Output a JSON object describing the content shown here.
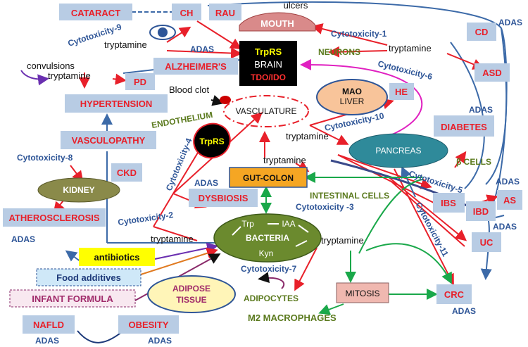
{
  "nodes": {
    "cataract": "CATARACT",
    "ch": "CH",
    "rau": "RAU",
    "mouth": "MOUTH",
    "ulcers": "ulcers",
    "cd": "CD",
    "asd": "ASD",
    "alzheimers": "ALZHEIMER'S",
    "pd": "PD",
    "convulsions": "convulsions",
    "hypertension": "HYPERTENSION",
    "vasculopathy": "VASCULOPATHY",
    "ckd": "CKD",
    "kidney": "KIDNEY",
    "atherosclerosis": "ATHEROSCLEROSIS",
    "brain_trprs": "TrpRS",
    "brain": "BRAIN",
    "brain_tdo": "TDO/IDO",
    "neurons": "NEURONS",
    "mao": "MAO",
    "liver": "LIVER",
    "he": "HE",
    "blood_clot": "Blood clot",
    "vasculature": "VASCULATURE",
    "endothelium": "ENDOTHELIUM",
    "endo_trprs": "TrpRS",
    "diabetes": "DIABETES",
    "pancreas": "PANCREAS",
    "beta_cells": "β CELLS",
    "gut_colon": "GUT-COLON",
    "intestinal_cells": "INTESTINAL CELLS",
    "dysbiosis": "DYSBIOSIS",
    "bact_trp": "Trp",
    "bact_iaa": "IAA",
    "bacteria": "BACTERIA",
    "bact_kyn": "Kyn",
    "ibs": "IBS",
    "ibd": "IBD",
    "as": "AS",
    "uc": "UC",
    "crc": "CRC",
    "mitosis": "MITOSIS",
    "antibiotics": "antibiotics",
    "food_additives": "Food additives",
    "infant_formula": "INFANT FORMULA",
    "adipose": "ADIPOSE",
    "tissue": "TISSUE",
    "adipocytes": "ADIPOCYTES",
    "m2": "M2 MACROPHAGES",
    "nafld": "NAFLD",
    "obesity": "OBESITY"
  },
  "labels": {
    "tryptamine": "tryptamine",
    "adas": "ADAS",
    "cyto1": "Cytotoxicity-1",
    "cyto2": "Cytotoxicity-2",
    "cyto3": "Cytotoxicity -3",
    "cyto4": "Cytotoxicity-4",
    "cyto5": "Cytotoxicity-5",
    "cyto6": "Cytotoxicity-6",
    "cyto7": "Cytotoxicity-7",
    "cyto8": "Cytotoxicity-8",
    "cyto9": "Cytotoxicity-9",
    "cyto10": "Cytotoxicity-10",
    "cyto11": "Cytotoxicity-11"
  },
  "colors": {
    "red_text": "#e8202a",
    "blue_text": "#2e5597",
    "green_text": "#5b7a1e",
    "box_fill": "#b8cce4",
    "arrow_green": "#1aa84a",
    "bacteria_fill": "#6b8a2e",
    "kidney_fill": "#8a8a4a",
    "pancreas_fill": "#2f8a9a",
    "gut_fill": "#f5a623",
    "mouth_fill": "#d98a8a",
    "liver_fill": "#f8c49a",
    "adipose_fill": "#fff5b8",
    "mitosis_fill": "#f0b8b0",
    "antibiotics_fill": "#ffff00",
    "food_fill": "#cfe8f8",
    "infant_fill": "#f8e8f0"
  }
}
